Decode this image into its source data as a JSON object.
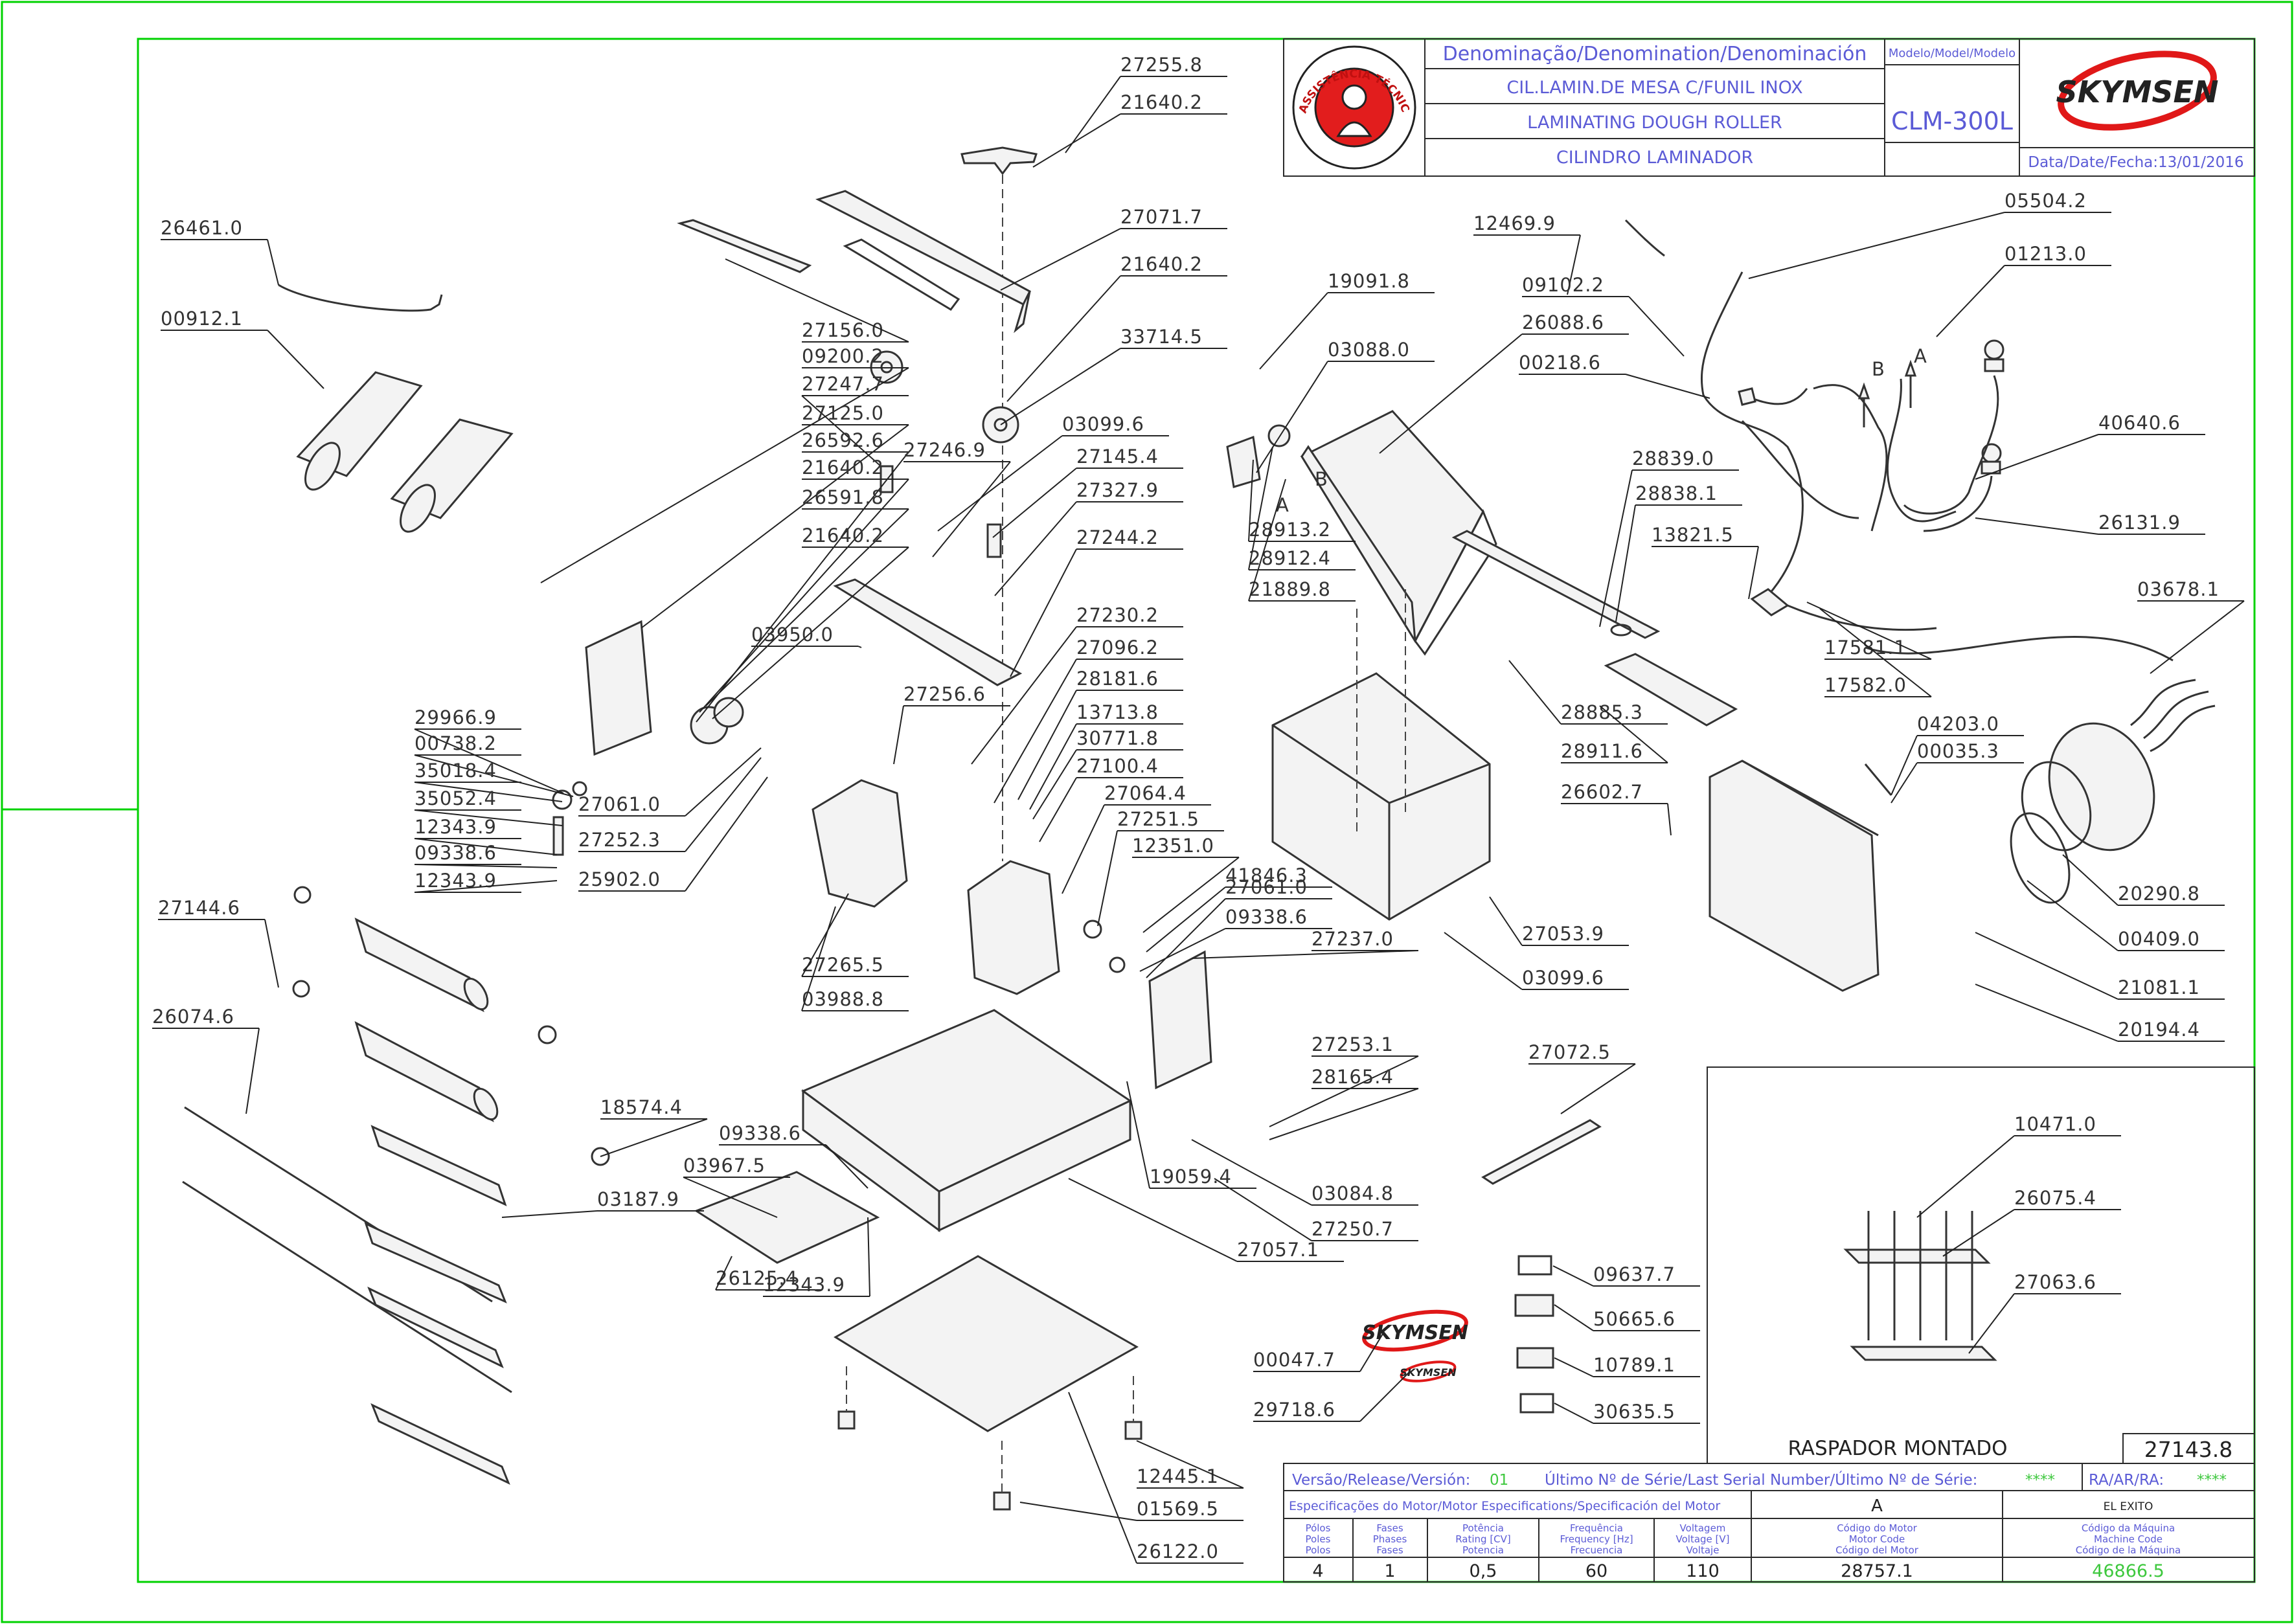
{
  "title_block": {
    "denomination_header": "Denominação/Denomination/Denominación",
    "model_header": "Modelo/Model/Modelo",
    "name_pt": "CIL.LAMIN.DE MESA C/FUNIL INOX",
    "name_en": "LAMINATING DOUGH ROLLER",
    "name_es": "CILINDRO LAMINADOR",
    "model": "CLM-300L",
    "date": "Data/Date/Fecha:13/01/2016",
    "brand": "SKYMSEN",
    "seal_text": "ASSISTÊNCIA TÉCNICA AUTORIZADA"
  },
  "assembly_box": {
    "title": "RASPADOR MONTADO",
    "code": "27143.8",
    "parts": [
      "10471.0",
      "26075.4",
      "27063.6"
    ]
  },
  "bottom_block": {
    "version_label": "Versão/Release/Versión:",
    "version_value": "01",
    "serial_label": "Último Nº de Série/Last Serial Number/Último Nº de Série:",
    "serial_value": "****",
    "ra_label": "RA/AR/RA:",
    "ra_value": "****",
    "motor_spec_label": "Especificações do Motor/Motor Especifications/Specificación del Motor",
    "motor_revision": "A",
    "customer": "EL EXITO",
    "headers": [
      [
        "Pólos",
        "Poles",
        "Polos"
      ],
      [
        "Fases",
        "Phases",
        "Fases"
      ],
      [
        "Potência",
        "Rating [CV]",
        "Potencia"
      ],
      [
        "Frequência",
        "Frequency [Hz]",
        "Frecuencia"
      ],
      [
        "Voltagem",
        "Voltage [V]",
        "Voltaje"
      ],
      [
        "Código do Motor",
        "Motor Code",
        "Código del Motor"
      ],
      [
        "Código da Máquina",
        "Machine Code",
        "Código de la Máquina"
      ]
    ],
    "values": [
      "4",
      "1",
      "0,5",
      "60",
      "110",
      "28757.1",
      "46866.5"
    ]
  },
  "wiring_labels": [
    "A",
    "B",
    "A",
    "B"
  ],
  "part_numbers": [
    "27255.8",
    "21640.2",
    "27071.7",
    "21640.2",
    "33714.5",
    "26461.0",
    "00912.1",
    "27156.0",
    "09200.2",
    "27247.7",
    "27125.0",
    "26592.6",
    "21640.2",
    "26591.8",
    "21640.2",
    "27246.9",
    "03099.6",
    "27145.4",
    "27327.9",
    "27244.2",
    "03950.0",
    "27230.2",
    "27096.2",
    "27256.6",
    "28181.6",
    "13713.8",
    "30771.8",
    "27100.4",
    "27064.4",
    "27251.5",
    "12351.0",
    "41846.3",
    "27061.0",
    "09338.6",
    "27237.0",
    "29966.9",
    "00738.2",
    "35018.4",
    "35052.4",
    "12343.9",
    "09338.6",
    "12343.9",
    "27061.0",
    "27252.3",
    "25902.0",
    "27265.5",
    "03988.8",
    "27144.6",
    "26074.6",
    "18574.4",
    "09338.6",
    "03967.5",
    "03187.9",
    "26125.4",
    "12343.9",
    "19059.4",
    "03084.8",
    "27250.7",
    "27057.1",
    "27253.1",
    "28165.4",
    "19091.8",
    "03088.0",
    "26088.6",
    "28913.2",
    "28912.4",
    "21889.8",
    "12469.9",
    "09102.2",
    "05504.2",
    "01213.0",
    "00218.6",
    "40640.6",
    "26131.9",
    "28839.0",
    "28838.1",
    "13821.5",
    "17581.1",
    "17582.0",
    "03678.1",
    "28885.3",
    "28911.6",
    "26602.7",
    "04203.0",
    "00035.3",
    "27053.9",
    "03099.6",
    "20290.8",
    "00409.0",
    "21081.1",
    "20194.4",
    "27072.5",
    "09637.7",
    "50665.6",
    "10789.1",
    "30635.5",
    "00047.7",
    "29718.6",
    "12445.1",
    "01569.5",
    "26122.0"
  ]
}
